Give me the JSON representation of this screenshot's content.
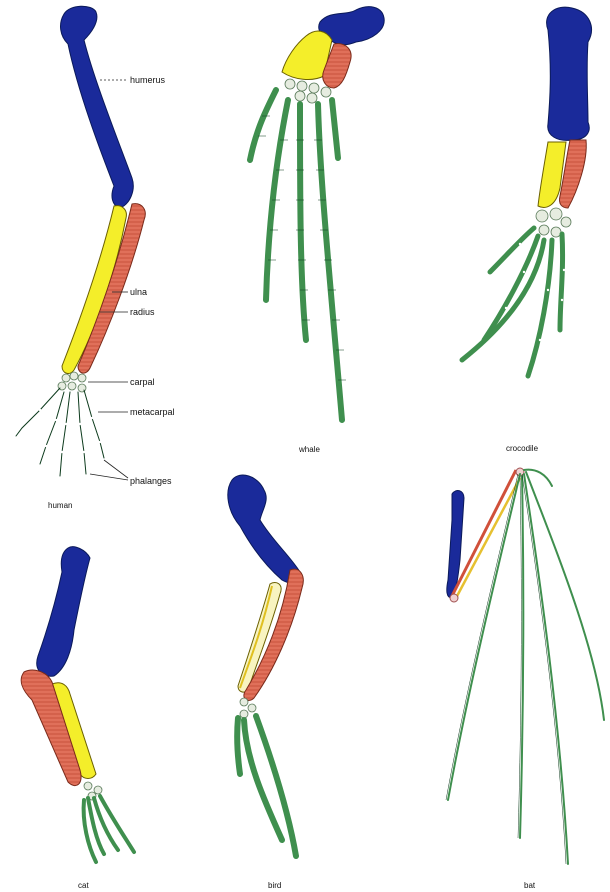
{
  "colors": {
    "humerus": "#1a2a9a",
    "ulna": "#f4ee2a",
    "radius": "#e0705a",
    "hand": "#3f8f4e"
  },
  "labels": {
    "humerus": "humerus",
    "ulna": "ulna",
    "radius": "radius",
    "carpal": "carpal",
    "metacarpal": "metacarpal",
    "phalanges": "phalanges"
  },
  "captions": {
    "human": "human",
    "whale": "whale",
    "crocodile": "crocodile",
    "cat": "cat",
    "bird": "bird",
    "bat": "bat"
  }
}
